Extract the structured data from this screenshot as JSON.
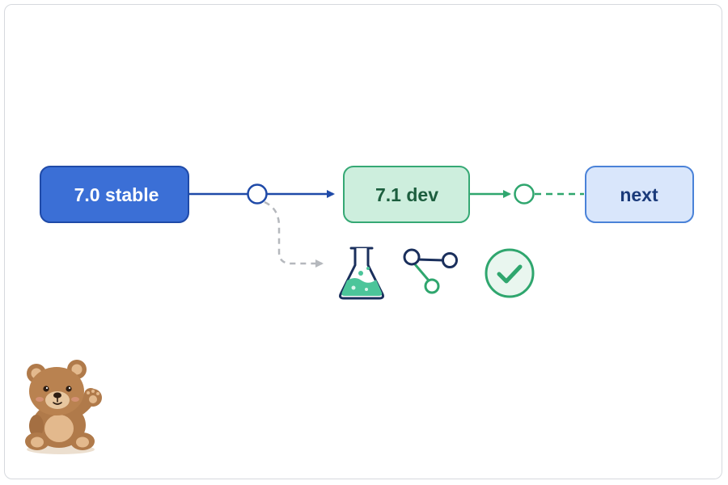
{
  "nodes": {
    "stable": {
      "label": "7.0 stable"
    },
    "dev": {
      "label": "7.1 dev"
    },
    "next": {
      "label": "next"
    }
  },
  "icons": {
    "lab": "flask-icon",
    "branch": "git-branch-icon",
    "check": "check-circle-icon",
    "mascot": "teddy-bear-mascot"
  },
  "colors": {
    "stable_fill": "#3b6fd6",
    "stable_border": "#1f4aa8",
    "stable_text": "#ffffff",
    "flow_blue": "#1f4aa8",
    "dev_fill": "#cdeedd",
    "dev_border": "#35a874",
    "dev_text": "#1c5e3e",
    "flow_green": "#2fa66e",
    "next_fill": "#d9e6fb",
    "next_border": "#4a82d8",
    "next_text": "#1a3a7a",
    "branch_gray": "#b5b8bd"
  }
}
